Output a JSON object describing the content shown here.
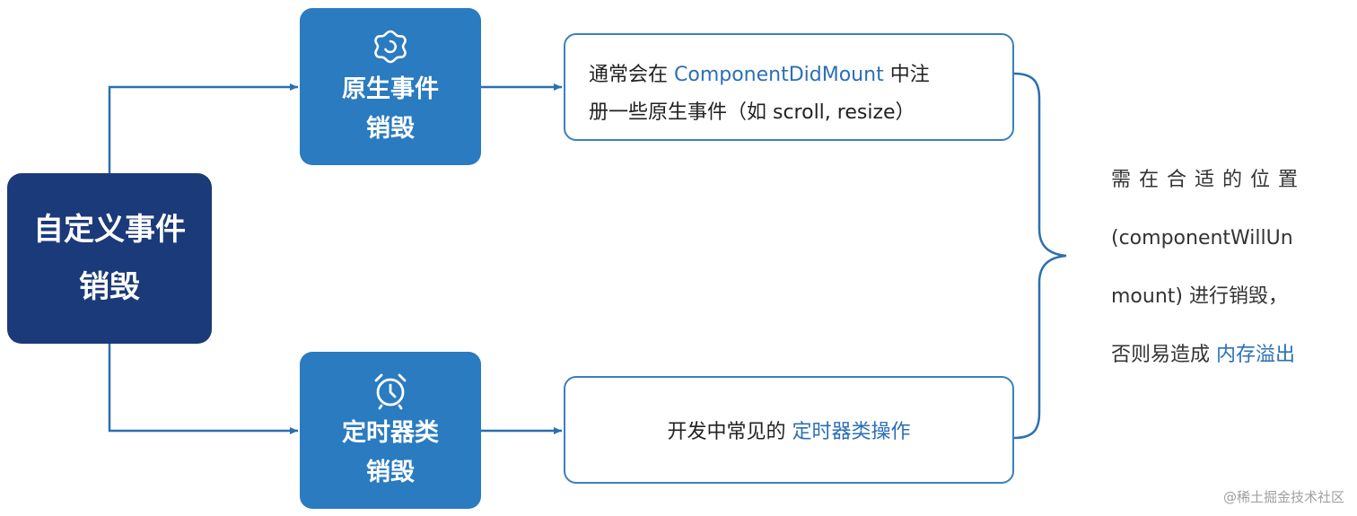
{
  "root": {
    "line1": "自定义事件",
    "line2": "销毁"
  },
  "native": {
    "icon": "gear-icon",
    "line1": "原生事件",
    "line2": "销毁",
    "desc_part1": "通常会在 ",
    "desc_highlight": "ComponentDidMount",
    "desc_part2": " 中注",
    "desc_line2": "册一些原生事件（如 scroll, resize）"
  },
  "timer": {
    "icon": "alarm-clock-icon",
    "line1": "定时器类",
    "line2": "销毁",
    "desc_part1": "开发中常见的 ",
    "desc_highlight": "定时器类操作"
  },
  "summary": {
    "line1": "需在合适的位置",
    "line2": "(componentWillUn",
    "line3": "mount) 进行销毁，",
    "line4_part1": "否则易造成 ",
    "line4_highlight": "内存溢出"
  },
  "watermark": "@稀土掘金技术社区",
  "colors": {
    "root_bg": "#1b3a7a",
    "mid_bg": "#2a7bc0",
    "accent": "#2b6fb6"
  }
}
